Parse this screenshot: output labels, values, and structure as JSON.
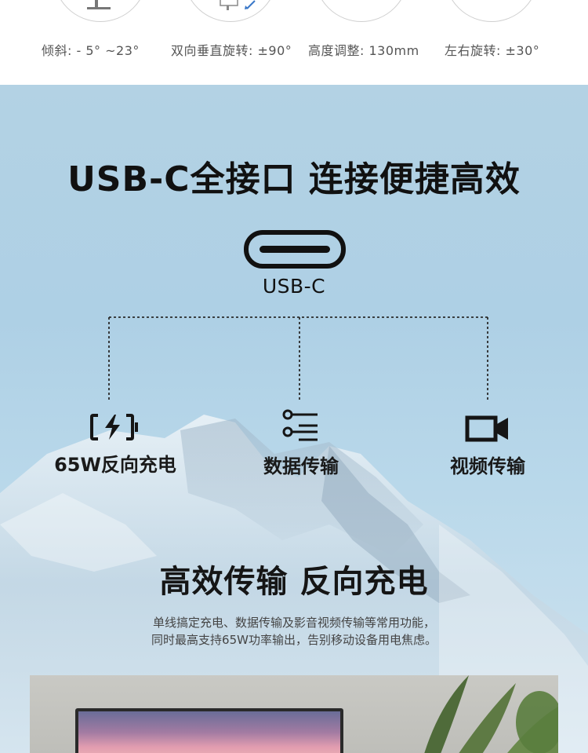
{
  "specs": [
    {
      "label": "倾斜: - 5° ~23°",
      "icon": "tilt-stand-icon"
    },
    {
      "label": "双向垂直旋转: ±90°",
      "icon": "pivot-rotate-icon"
    },
    {
      "label": "高度调整: 130mm",
      "icon": "height-adjust-icon"
    },
    {
      "label": "左右旋转: ±30°",
      "icon": "swivel-icon"
    }
  ],
  "hero": {
    "title": "USB-C全接口  连接便捷高效",
    "port_label": "USB-C"
  },
  "features": [
    {
      "label": "65W反向充电",
      "icon": "battery-charging-icon"
    },
    {
      "label": "数据传输",
      "icon": "data-transfer-icon"
    },
    {
      "label": "视频传输",
      "icon": "video-camera-icon"
    }
  ],
  "section2": {
    "title": "高效传输  反向充电",
    "desc_line1": "单线搞定充电、数据传输及影音视频传输等常用功能，",
    "desc_line2": "同时最高支持65W功率输出，告别移动设备用电焦虑。"
  },
  "colors": {
    "text_dark": "#111111",
    "sky_blue": "#aed0e5",
    "spec_text": "#555555"
  }
}
